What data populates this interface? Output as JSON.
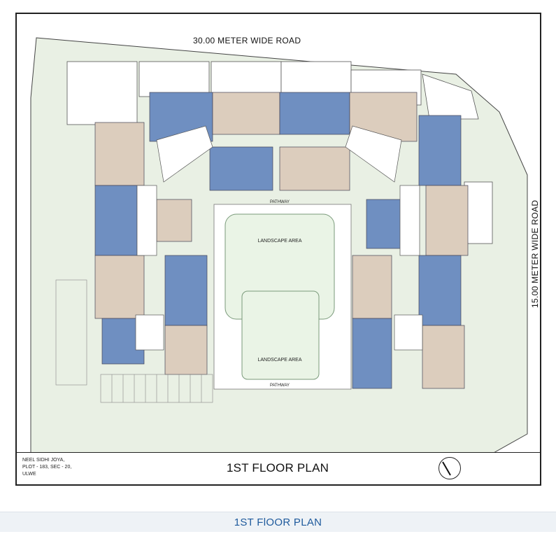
{
  "roads": {
    "top": "30.00 METER WIDE ROAD",
    "right": "15.00 METER WIDE ROAD"
  },
  "labels": {
    "landscape": "LANDSCAPE AREA",
    "pathway": "PATHWAY"
  },
  "address": {
    "line1": "NEEL SIDHI JOYA,",
    "line2": "PLOT - 183, SEC - 20,",
    "line3": "ULWE"
  },
  "plan_title": "1ST FLOOR PLAN",
  "caption": "1ST FlOOR PLAN",
  "colors": {
    "site_fill": "#e9f0e4",
    "flat_blue": "#6f8fc1",
    "flat_beige": "#dccdbd",
    "landscape": "#eaf4e6",
    "caption_text": "#1e5a9c"
  },
  "icons": {
    "north": "north-arrow-icon"
  }
}
